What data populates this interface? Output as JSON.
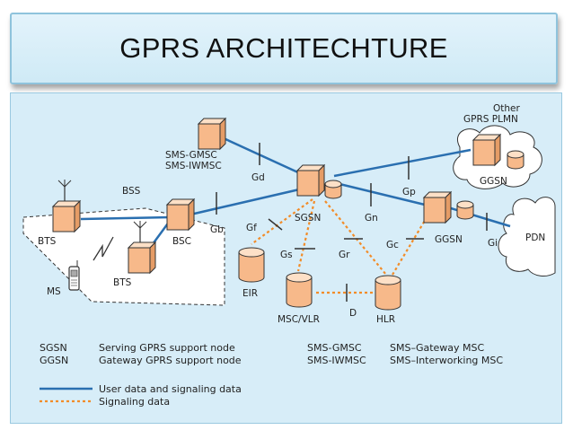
{
  "title": "GPRS ARCHITECHTURE",
  "colors": {
    "node": "#f7b98a",
    "node_top": "#fde0c7",
    "user_line": "#2a6fb0",
    "signal_line": "#f28c28",
    "panel": "#d7edf8"
  },
  "nodes": {
    "sms_gmsc": "SMS-GMSC",
    "sms_iwmsc": "SMS-IWMSC",
    "bss": "BSS",
    "bts1": "BTS",
    "bts2": "BTS",
    "bsc": "BSC",
    "ms": "MS",
    "sgsn": "SGSN",
    "ggsn_main": "GGSN",
    "ggsn_other": "GGSN",
    "other_plmn_1": "Other",
    "other_plmn_2": "GPRS PLMN",
    "pdn": "PDN",
    "eir": "EIR",
    "msc_vlr": "MSC/VLR",
    "hlr": "HLR"
  },
  "interfaces": {
    "gd": "Gd",
    "gb": "Gb",
    "gf": "Gf",
    "gs": "Gs",
    "gr": "Gr",
    "gn": "Gn",
    "gp": "Gp",
    "gc": "Gc",
    "gi": "Gi",
    "d": "D"
  },
  "legend": {
    "sgsn_abbr": "SGSN",
    "sgsn_def": "Serving GPRS support node",
    "ggsn_abbr": "GGSN",
    "ggsn_def": "Gateway GPRS support node",
    "smsg_abbr": "SMS-GMSC",
    "smsg_def": "SMS–Gateway MSC",
    "smsi_abbr": "SMS-IWMSC",
    "smsi_def": "SMS–Interworking MSC",
    "user_data": "User data and signaling data",
    "signaling": "Signaling data"
  }
}
